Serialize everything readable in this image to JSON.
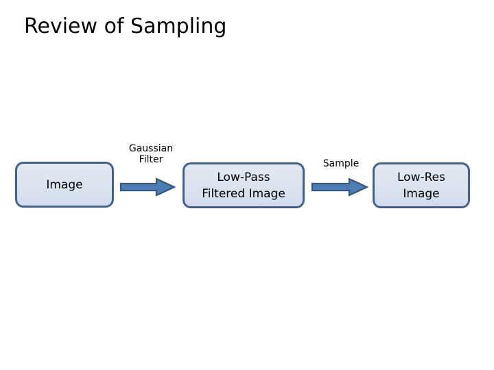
{
  "slide": {
    "title": "Review of Sampling",
    "background_color": "#ffffff"
  },
  "theme": {
    "box_fill": "#dbe3ef",
    "box_border": "#41618a",
    "arrow_fill": "#4e7cb4",
    "arrow_border": "#36547c",
    "text_color": "#000000"
  },
  "diagram": {
    "type": "flow",
    "boxes": [
      {
        "id": "image",
        "label": "Image"
      },
      {
        "id": "low-pass",
        "label": "Low-Pass\nFiltered Image"
      },
      {
        "id": "low-res",
        "label": "Low-Res\nImage"
      }
    ],
    "arrows": [
      {
        "id": "arrow-1",
        "from": "image",
        "to": "low-pass",
        "label": "Gaussian\nFilter",
        "direction": "right"
      },
      {
        "id": "arrow-2",
        "from": "low-pass",
        "to": "low-res",
        "label": "Sample",
        "direction": "right"
      }
    ]
  }
}
